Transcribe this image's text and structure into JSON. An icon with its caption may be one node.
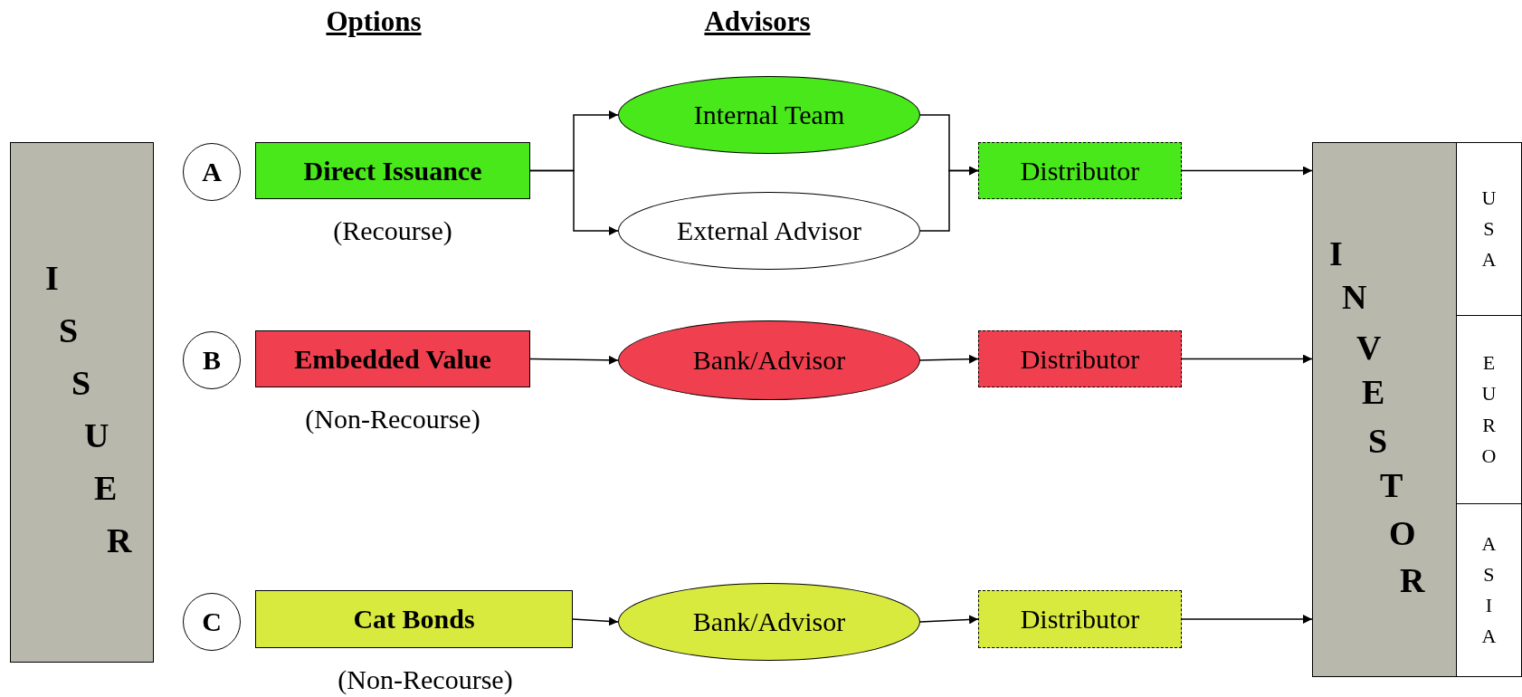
{
  "diagram": {
    "nodes": [
      {
        "text": [
          "ISSUER"
        ]
      },
      {
        "text": [
          "A"
        ]
      },
      {
        "text": [
          "Direct Issuance"
        ],
        "beside": [
          "(Recourse)"
        ]
      },
      {
        "text": [
          "Internal Team"
        ]
      },
      {
        "text": [
          "External Advisor"
        ]
      },
      {
        "text": [
          "Distributor"
        ]
      },
      {
        "text": [
          "B"
        ]
      },
      {
        "text": [
          "Embedded Value"
        ],
        "beside": [
          "(Non-Recourse)"
        ]
      },
      {
        "text": [
          "Bank/Advisor"
        ]
      },
      {
        "text": [
          "Distributor"
        ]
      },
      {
        "text": [
          "C"
        ]
      },
      {
        "text": [
          "Cat Bonds"
        ],
        "beside": [
          "(Non-Recourse)"
        ]
      },
      {
        "text": [
          "Bank/Advisor"
        ]
      },
      {
        "text": [
          "Distributor"
        ]
      },
      {
        "text": [
          "INVESTOR"
        ]
      },
      {
        "text": [
          "USA"
        ]
      },
      {
        "text": [
          "EURO"
        ]
      },
      {
        "text": [
          "ASIA"
        ]
      }
    ],
    "edges": [
      {
        "from": 2,
        "to": 3,
        "arrow": "to"
      },
      {
        "from": 2,
        "to": 4,
        "arrow": "to"
      },
      {
        "from": 3,
        "to": 5,
        "arrow": "to"
      },
      {
        "from": 4,
        "to": 5,
        "arrow": "to"
      },
      {
        "from": 7,
        "to": 8,
        "arrow": "to"
      },
      {
        "from": 8,
        "to": 9,
        "arrow": "to"
      },
      {
        "from": 11,
        "to": 12,
        "arrow": "to"
      },
      {
        "from": 12,
        "to": 13,
        "arrow": "to"
      },
      {
        "from": 5,
        "to": 14,
        "arrow": "to"
      },
      {
        "from": 9,
        "to": 14,
        "arrow": "to"
      },
      {
        "from": 13,
        "to": 14,
        "arrow": "to"
      }
    ],
    "labels": [
      "Options",
      "Advisors"
    ]
  }
}
